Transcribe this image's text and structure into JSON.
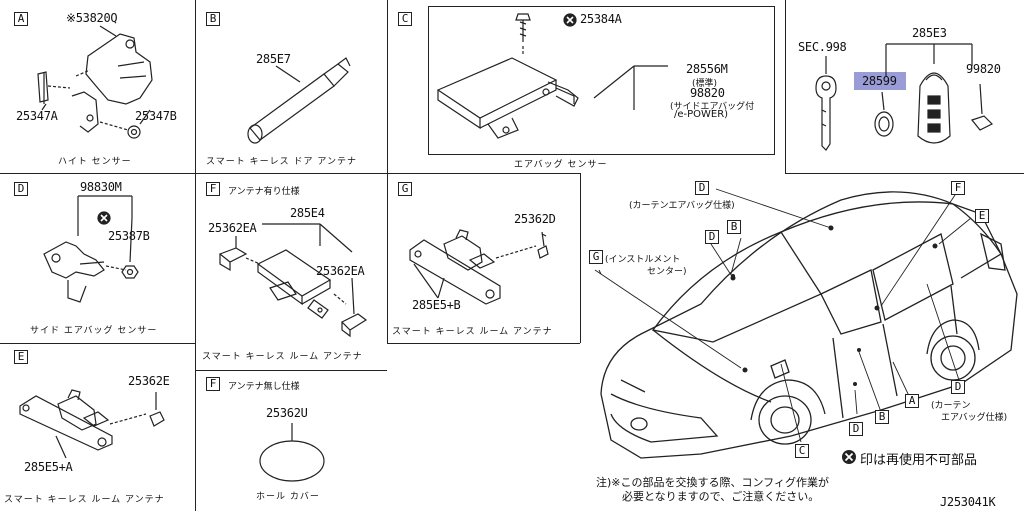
{
  "panels": {
    "a": {
      "tag": "A",
      "part_note": "※53820Q",
      "part_bolt": "25347A",
      "part_nut": "25347B",
      "caption": "ハイト センサー"
    },
    "b": {
      "tag": "B",
      "part": "285E7",
      "caption": "スマート キーレス ドア アンテナ"
    },
    "c": {
      "tag": "C",
      "part_bolt": "25384A",
      "part_main": "28556M",
      "note_std": "(標準)",
      "part_alt": "98820",
      "note_alt1": "(サイドエアバッグ付",
      "note_alt2": "/e-POWER)",
      "caption": "エアバッグ センサー"
    },
    "sec": {
      "label": "SEC.998",
      "part_key": "285E3",
      "part_highlight": "28599",
      "part_right": "99820"
    },
    "d": {
      "tag": "D",
      "part_main": "98830M",
      "part_nut": "25387B",
      "caption": "サイド エアバッグ センサー"
    },
    "f1": {
      "tag": "F",
      "title": "アンテナ有り仕様",
      "part_main": "285E4",
      "part_left": "25362EA",
      "part_right": "25362EA",
      "caption": "スマート キーレス ルーム アンテナ"
    },
    "f2": {
      "tag": "F",
      "title": "アンテナ無し仕様",
      "part": "25362U",
      "caption": "ホール カバー"
    },
    "g": {
      "tag": "G",
      "part_screw": "25362D",
      "part_main": "285E5+B",
      "caption": "スマート キーレス ルーム アンテナ"
    },
    "e": {
      "tag": "E",
      "part_clip": "25362E",
      "part_main": "285E5+A",
      "caption": "スマート キーレス ルーム アンテナ"
    },
    "car": {
      "tag_d_top": "D",
      "note_curtain": "(カーテンエアバッグ仕様)",
      "tag_f": "F",
      "tag_e": "E",
      "tag_d_mid": "D",
      "tag_b_mid": "B",
      "tag_g": "G",
      "note_install": "(インストルメント",
      "note_center": "センター)",
      "tag_c": "C",
      "tag_d_low": "D",
      "tag_b_low": "B",
      "tag_a": "A",
      "tag_d_right": "D",
      "note_curtain2a": "(カーテン",
      "note_curtain2b": "エアバッグ仕様)"
    },
    "legend": {
      "text": "印は再使用不可部品"
    },
    "footnote": {
      "line1": "注)※この部品を交換する際、コンフィグ作業が",
      "line2": "必要となりますので、ご注意ください。"
    },
    "code": "J253041K"
  }
}
